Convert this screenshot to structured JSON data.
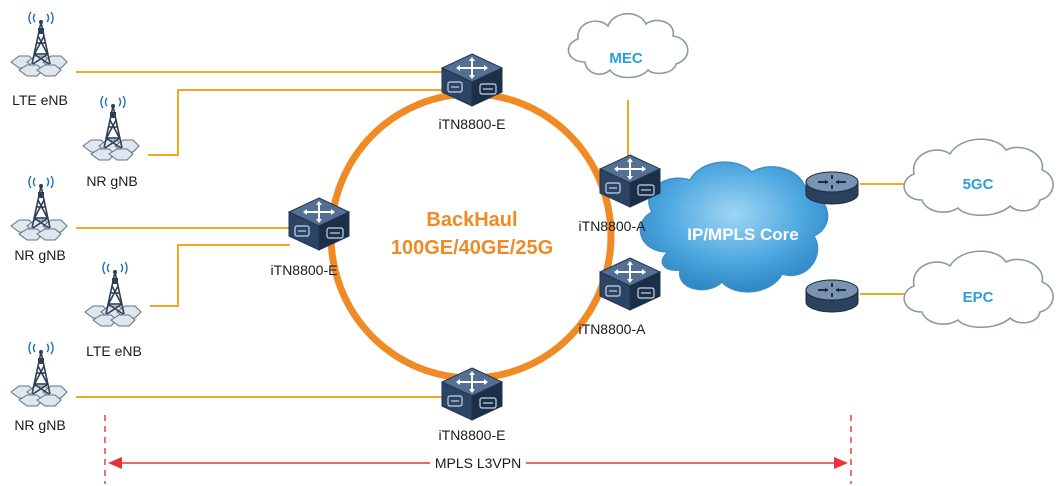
{
  "colors": {
    "ring": "#f08a24",
    "link": "#f5a623",
    "cloud_text": "#2aa0d8",
    "core_cloud": "#5bb3e6",
    "switch_body": "#2f4a6e",
    "dash": "#e8333a"
  },
  "ring": {
    "title": "BackHaul",
    "speed": "100GE/40GE/25G"
  },
  "sites": {
    "site1": "LTE eNB",
    "site2": "NR gNB",
    "site3": "NR gNB",
    "site4": "LTE eNB",
    "site5": "NR gNB"
  },
  "switches": {
    "top": "iTN8800-E",
    "left": "iTN8800-E",
    "bottom": "iTN8800-E",
    "agg1": "iTN8800-A",
    "agg2": "iTN8800-A"
  },
  "clouds": {
    "mec": "MEC",
    "core": "IP/MPLS Core",
    "fivegc": "5GC",
    "epc": "EPC"
  },
  "vpn": {
    "label": "MPLS L3VPN"
  },
  "icons": {
    "tower": "cell-tower-icon",
    "switch": "switch-icon",
    "router": "router-icon",
    "cloud": "cloud-icon"
  }
}
